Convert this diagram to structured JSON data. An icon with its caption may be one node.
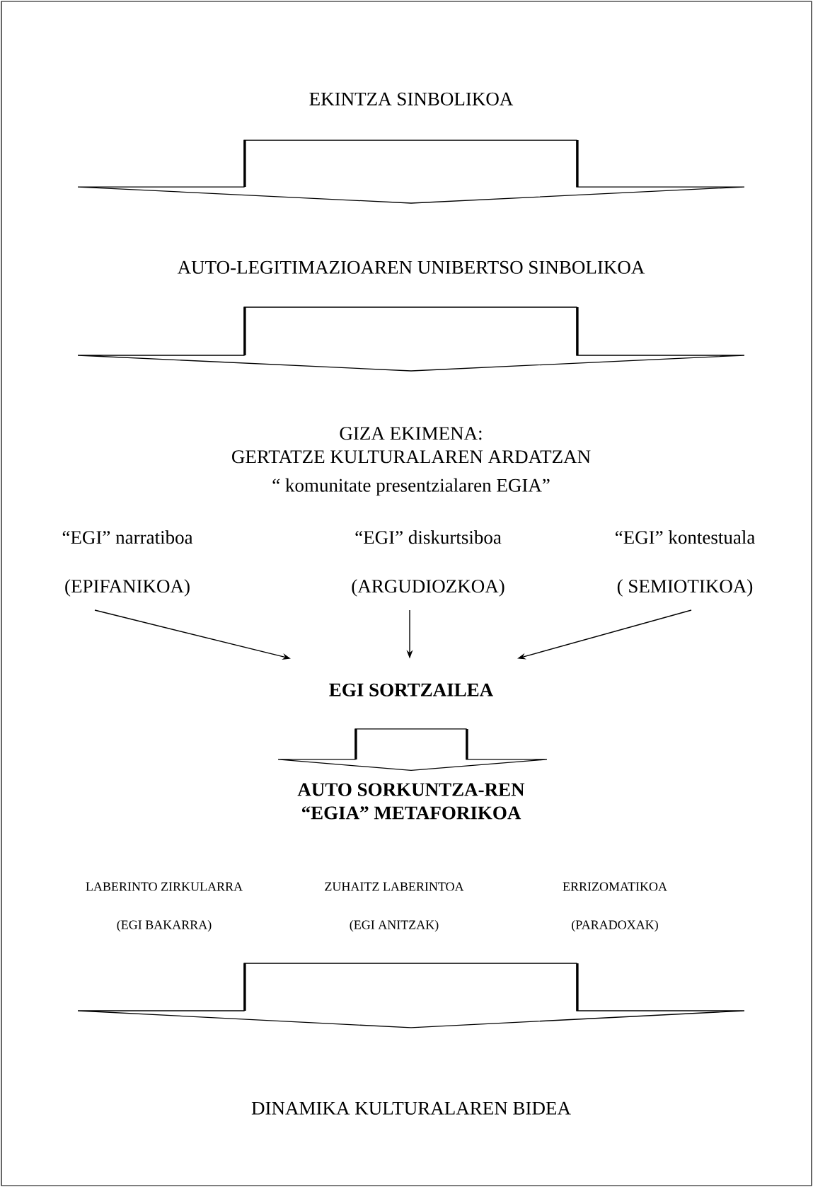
{
  "diagram": {
    "nodes": [
      {
        "text": [
          "EKINTZA SINBOLIKOA"
        ]
      },
      {
        "text": [
          "AUTO-LEGITIMAZIOAREN UNIBERTSO SINBOLIKOA"
        ]
      },
      {
        "text": [
          "GIZA EKIMENA:",
          "GERTATZE KULTURALAREN ARDATZAN"
        ]
      },
      {
        "text": [
          "“ komunitate presentzialaren EGIA”"
        ]
      },
      {
        "text": [
          "“EGI” narratiboa",
          "(EPIFANIKOA)"
        ]
      },
      {
        "text": [
          "“EGI” diskurtsiboa",
          "(ARGUDIOZKOA)"
        ]
      },
      {
        "text": [
          "“EGI” kontestuala",
          "( SEMIOTIKOA)"
        ]
      },
      {
        "text": [
          "EGI SORTZAILEA"
        ]
      },
      {
        "text": [
          "AUTO SORKUNTZA-REN “EGIA” METAFORIKOA"
        ]
      },
      {
        "text": [
          "LABERINTO ZIRKULARRA",
          "(EGI BAKARRA)"
        ]
      },
      {
        "text": [
          "ZUHAITZ LABERINTOA",
          "(EGI ANITZAK)"
        ]
      },
      {
        "text": [
          "ERRIZOMATIKOA",
          "(PARADOXAK)"
        ]
      },
      {
        "text": [
          "DINAMIKA KULTURALAREN BIDEA"
        ]
      }
    ],
    "edges": [
      {
        "from": 0,
        "to": 1,
        "arrow": "to"
      },
      {
        "from": 1,
        "to": 2,
        "arrow": "to"
      },
      {
        "from": 4,
        "to": 7,
        "arrow": "to"
      },
      {
        "from": 5,
        "to": 7,
        "arrow": "to"
      },
      {
        "from": 6,
        "to": 7,
        "arrow": "to"
      },
      {
        "from": 7,
        "to": 8,
        "arrow": "to"
      },
      {
        "from": 9,
        "to": 12,
        "arrow": "to"
      },
      {
        "from": 10,
        "to": 12,
        "arrow": "to"
      },
      {
        "from": 11,
        "to": 12,
        "arrow": "to"
      }
    ]
  }
}
